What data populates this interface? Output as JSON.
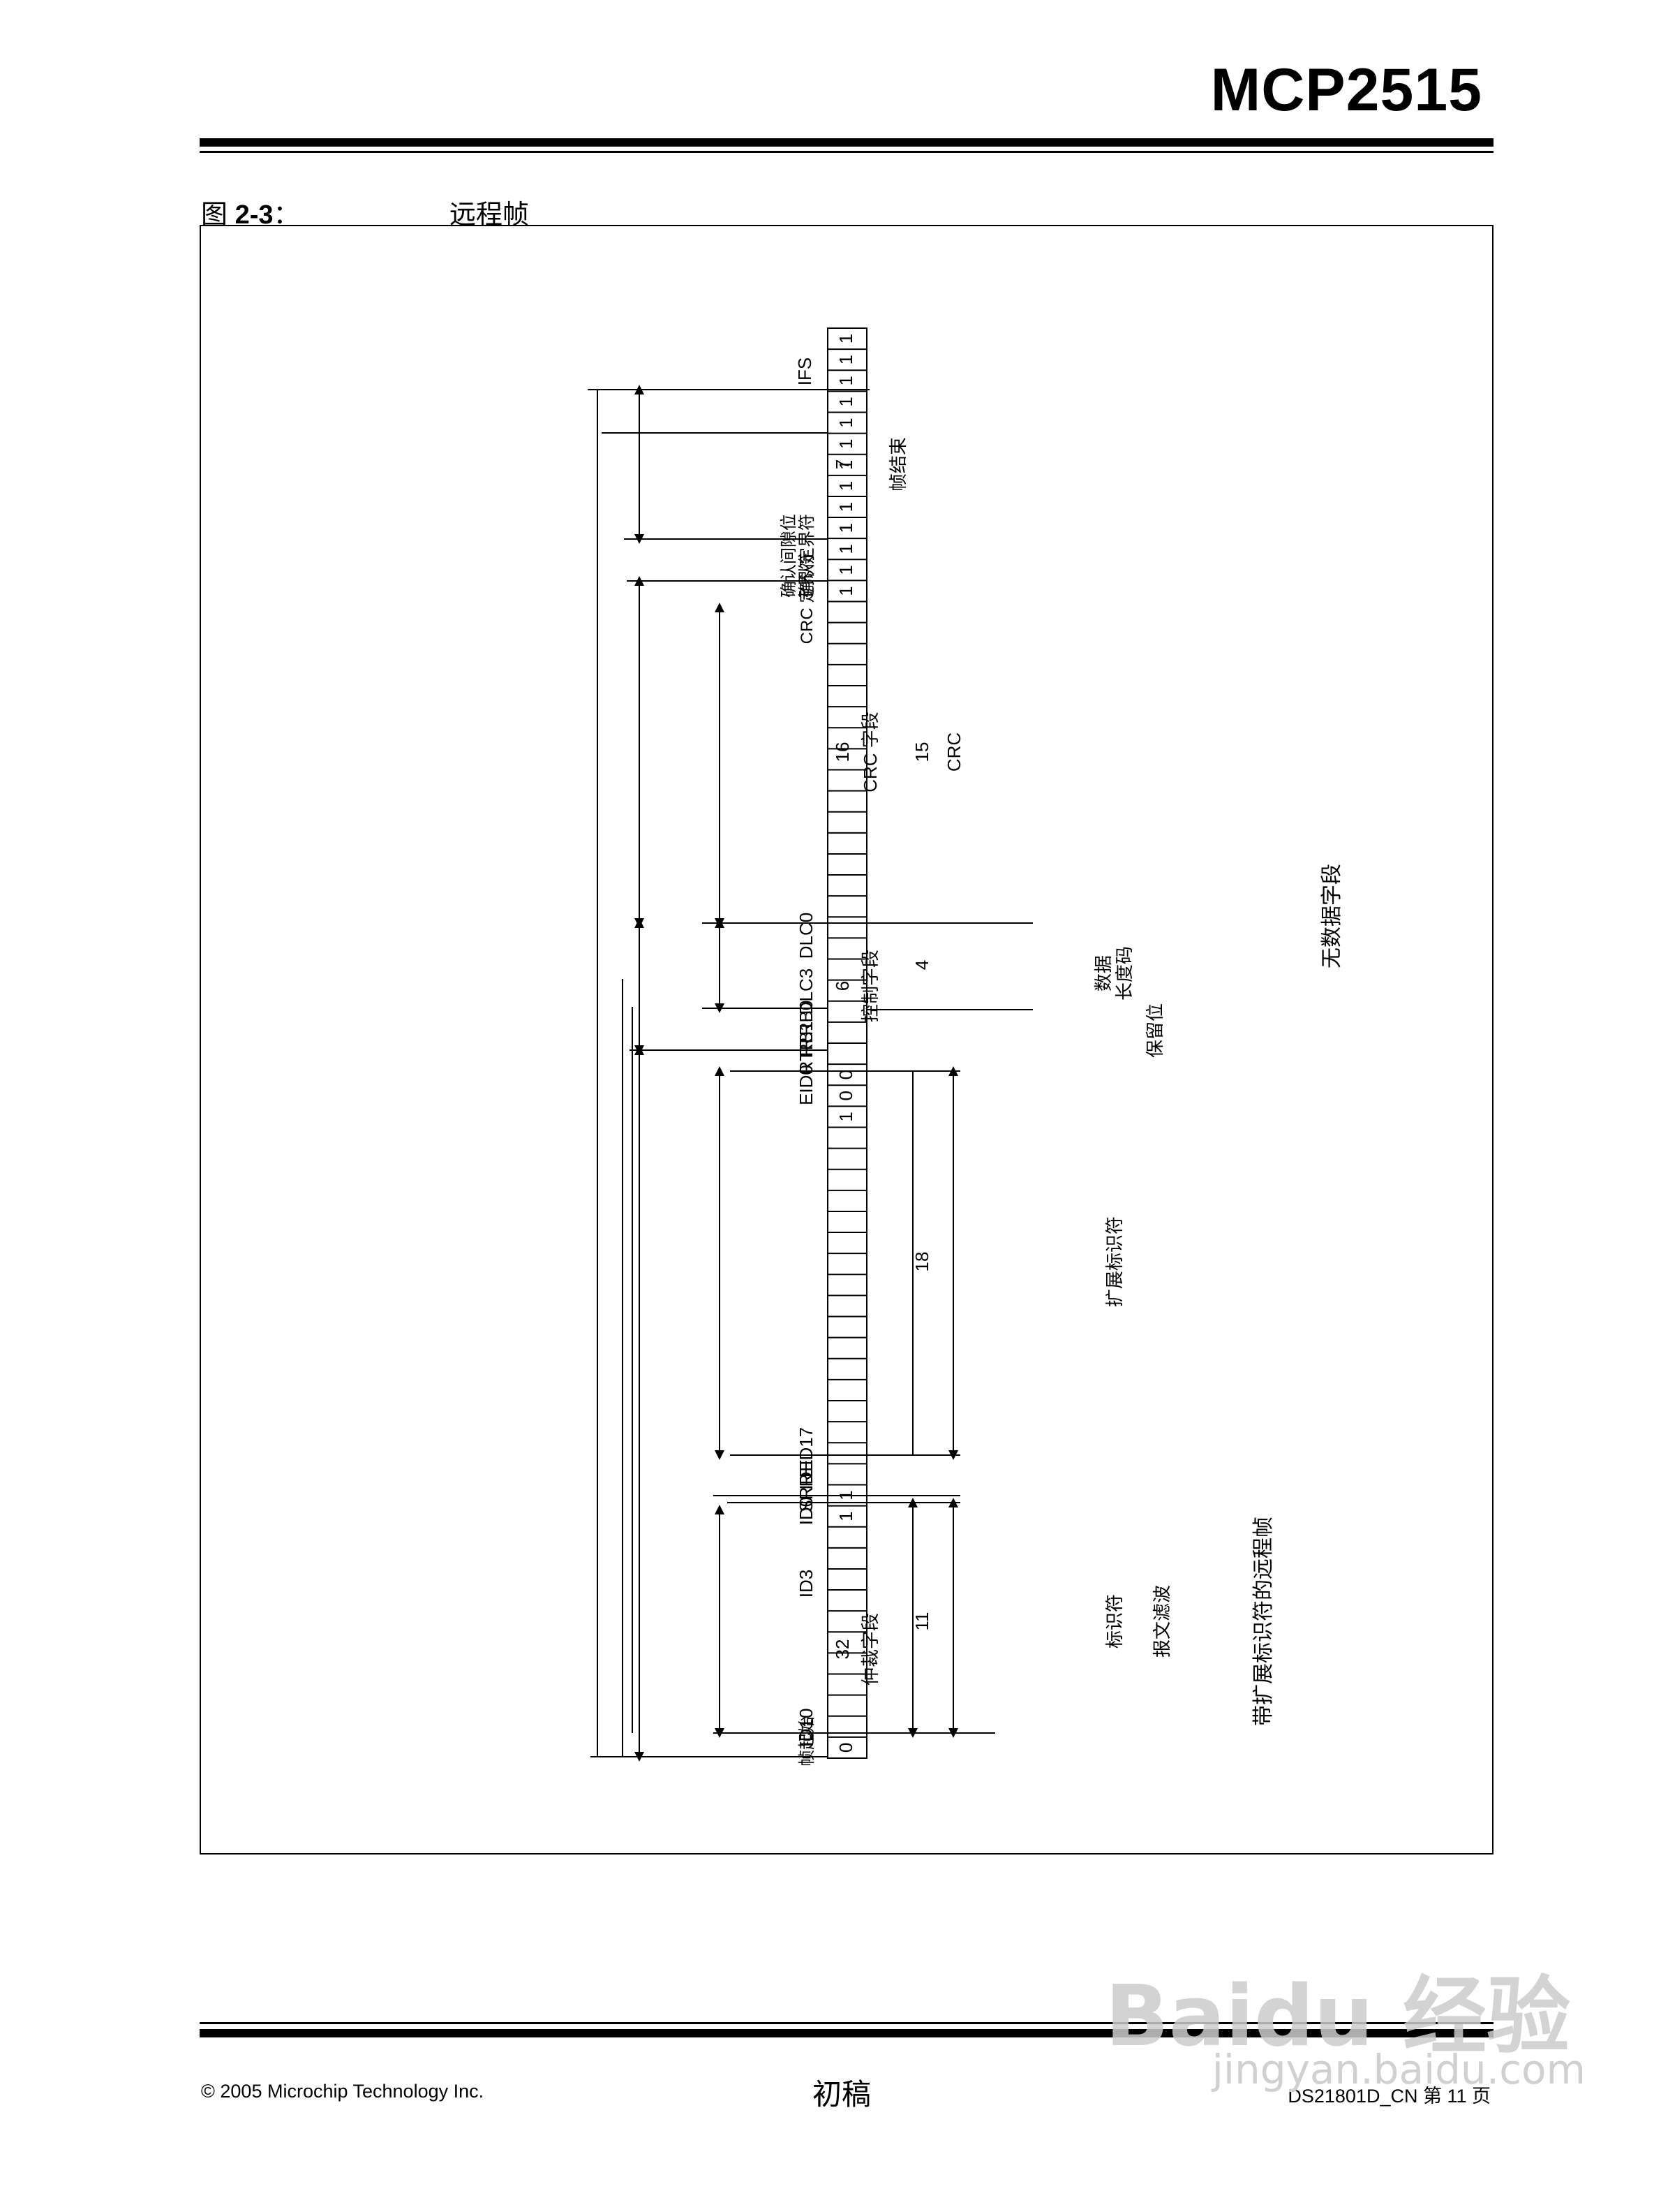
{
  "header": {
    "title": "MCP2515"
  },
  "figure": {
    "label_prefix": "图 ",
    "label_number": "2-3",
    "label_suffix": "：",
    "title": "远程帧"
  },
  "diagram": {
    "bit_cells_top": [
      "1",
      "1",
      "1",
      "1",
      "1",
      "1",
      "1",
      "1",
      "1",
      "1",
      "1",
      "1"
    ],
    "crc_delimiter_bit": "1",
    "rb_bits": [
      "0",
      "0",
      "1"
    ],
    "srr_ide_bits": [
      "1",
      "1"
    ],
    "sof_bit": "0",
    "field_labels": {
      "ifs": "IFS",
      "ack_delimiter": "确认定界符",
      "ack_slot": "确认间隙位",
      "crc_delimiter": "CRC 定界符",
      "dlc0": "DLC0",
      "dlc3": "DLC3",
      "rb0": "RB0",
      "rb1": "RB1",
      "rtr": "RTR",
      "eid0": "EID0",
      "eid17": "EID17",
      "ide": "IDE",
      "srr": "SRR",
      "id0": "ID0",
      "id3": "ID3",
      "id10": "ID10",
      "sof": "帧起始"
    },
    "segment_labels": {
      "end_of_frame": "帧结束",
      "end_of_frame_len": "7",
      "crc_field": "CRC 字段",
      "crc_field_len": "16",
      "crc": "CRC",
      "crc_len": "15",
      "control_field": "控制字段",
      "control_field_len": "6",
      "dlc_len": "4",
      "data_length_code_1": "数据",
      "data_length_code_2": "长度码",
      "reserved_bits": "保留位",
      "arbitration_field": "仲裁字段",
      "arbitration_len": "32",
      "extended_identifier": "扩展标识符",
      "extended_len": "18",
      "identifier": "标识符",
      "identifier_len": "11",
      "message_filter": "报文滤波",
      "no_data_field": "无数据字段",
      "frame_caption": "带扩展标识符的远程帧"
    }
  },
  "footer": {
    "copyright": "© 2005 Microchip Technology Inc.",
    "draft": "初稿",
    "doc_number": "DS21801D_CN 第 11 页"
  },
  "watermark": {
    "brand": "Baidu 经验",
    "url": "jingyan.baidu.com"
  }
}
